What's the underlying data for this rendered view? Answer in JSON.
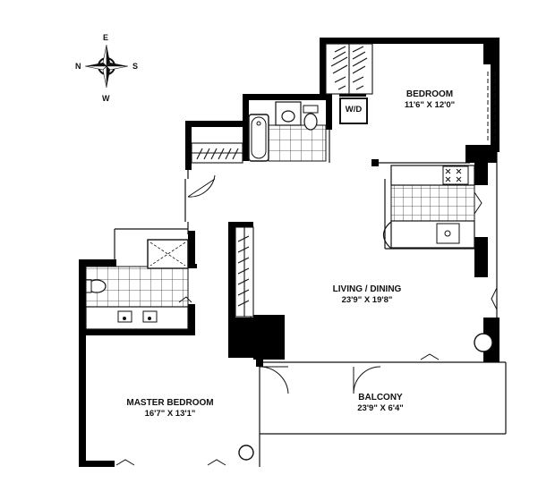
{
  "compass": {
    "north": "N",
    "south": "S",
    "east": "E",
    "west": "W"
  },
  "rooms": {
    "bedroom": {
      "name": "BEDROOM",
      "dims": "11'6\"  X 12'0\""
    },
    "living": {
      "name": "LIVING / DINING",
      "dims": "23'9\"  X 19'8\""
    },
    "master": {
      "name": "MASTER BEDROOM",
      "dims": "16'7\"  X 13'1\""
    },
    "balcony": {
      "name": "BALCONY",
      "dims": "23'9\"  X 6'4\""
    },
    "laundry": {
      "name": "W/D"
    }
  }
}
